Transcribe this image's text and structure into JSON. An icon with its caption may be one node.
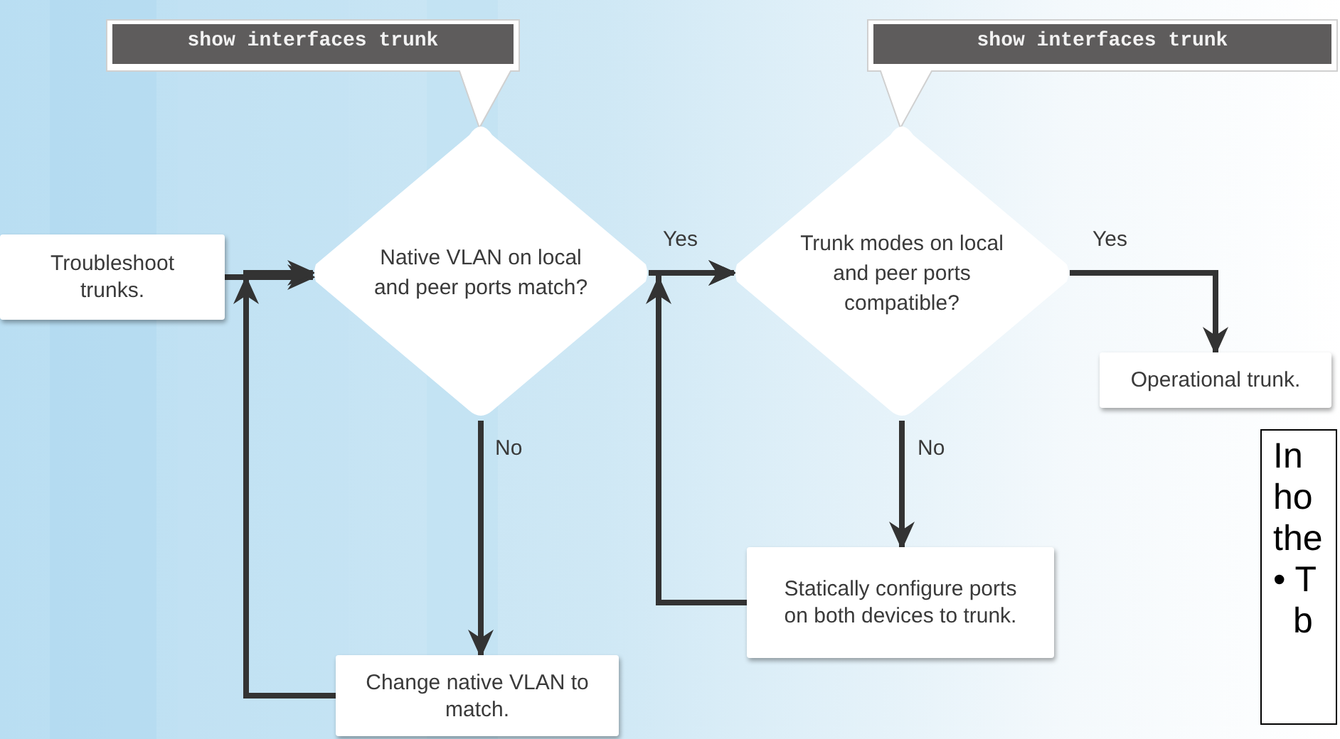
{
  "diagram": {
    "nodes": [
      {
        "text": [
          "show interfaces trunk"
        ]
      },
      {
        "text": [
          "show interfaces trunk"
        ]
      },
      {
        "text": [
          "Troubleshoot trunks."
        ]
      },
      {
        "text": [
          "Native VLAN on local and peer ports match?"
        ]
      },
      {
        "text": [
          "Trunk modes on local and peer ports compatible?"
        ]
      },
      {
        "text": [
          "Operational trunk."
        ]
      },
      {
        "text": [
          "Change native VLAN to match."
        ]
      },
      {
        "text": [
          "Statically configure ports on both devices to trunk."
        ]
      },
      {
        "text": [
          "In ho the",
          "• T b"
        ]
      }
    ],
    "edges": [
      {
        "from": 2,
        "to": 3,
        "arrow": "to"
      },
      {
        "from": 3,
        "to": 4,
        "arrow": "to",
        "label": "Yes"
      },
      {
        "from": 4,
        "to": 5,
        "arrow": "to",
        "label": "Yes"
      },
      {
        "from": 3,
        "to": 6,
        "arrow": "to",
        "label": "No"
      },
      {
        "from": 6,
        "to": 3,
        "arrow": "to"
      },
      {
        "from": 4,
        "to": 7,
        "arrow": "to",
        "label": "No"
      },
      {
        "from": 7,
        "to": 4,
        "arrow": "to"
      }
    ]
  }
}
